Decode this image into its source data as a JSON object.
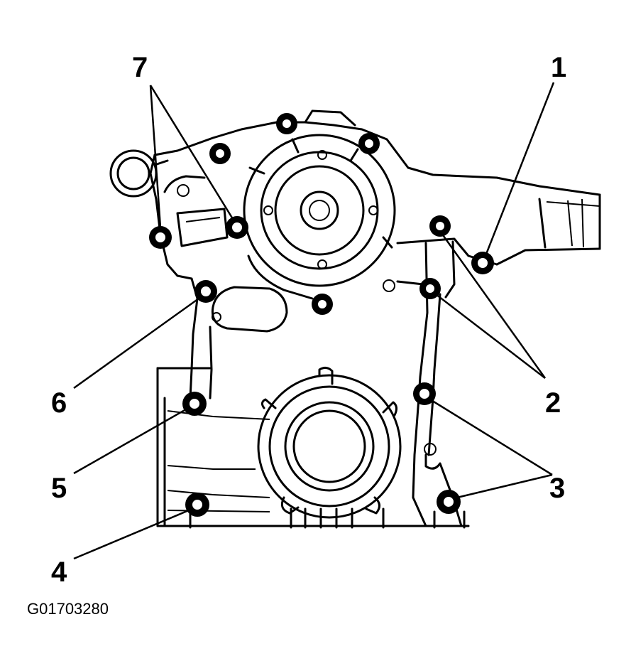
{
  "figure_id": "G01703280",
  "callouts": [
    "1",
    "2",
    "3",
    "4",
    "5",
    "6",
    "7"
  ]
}
